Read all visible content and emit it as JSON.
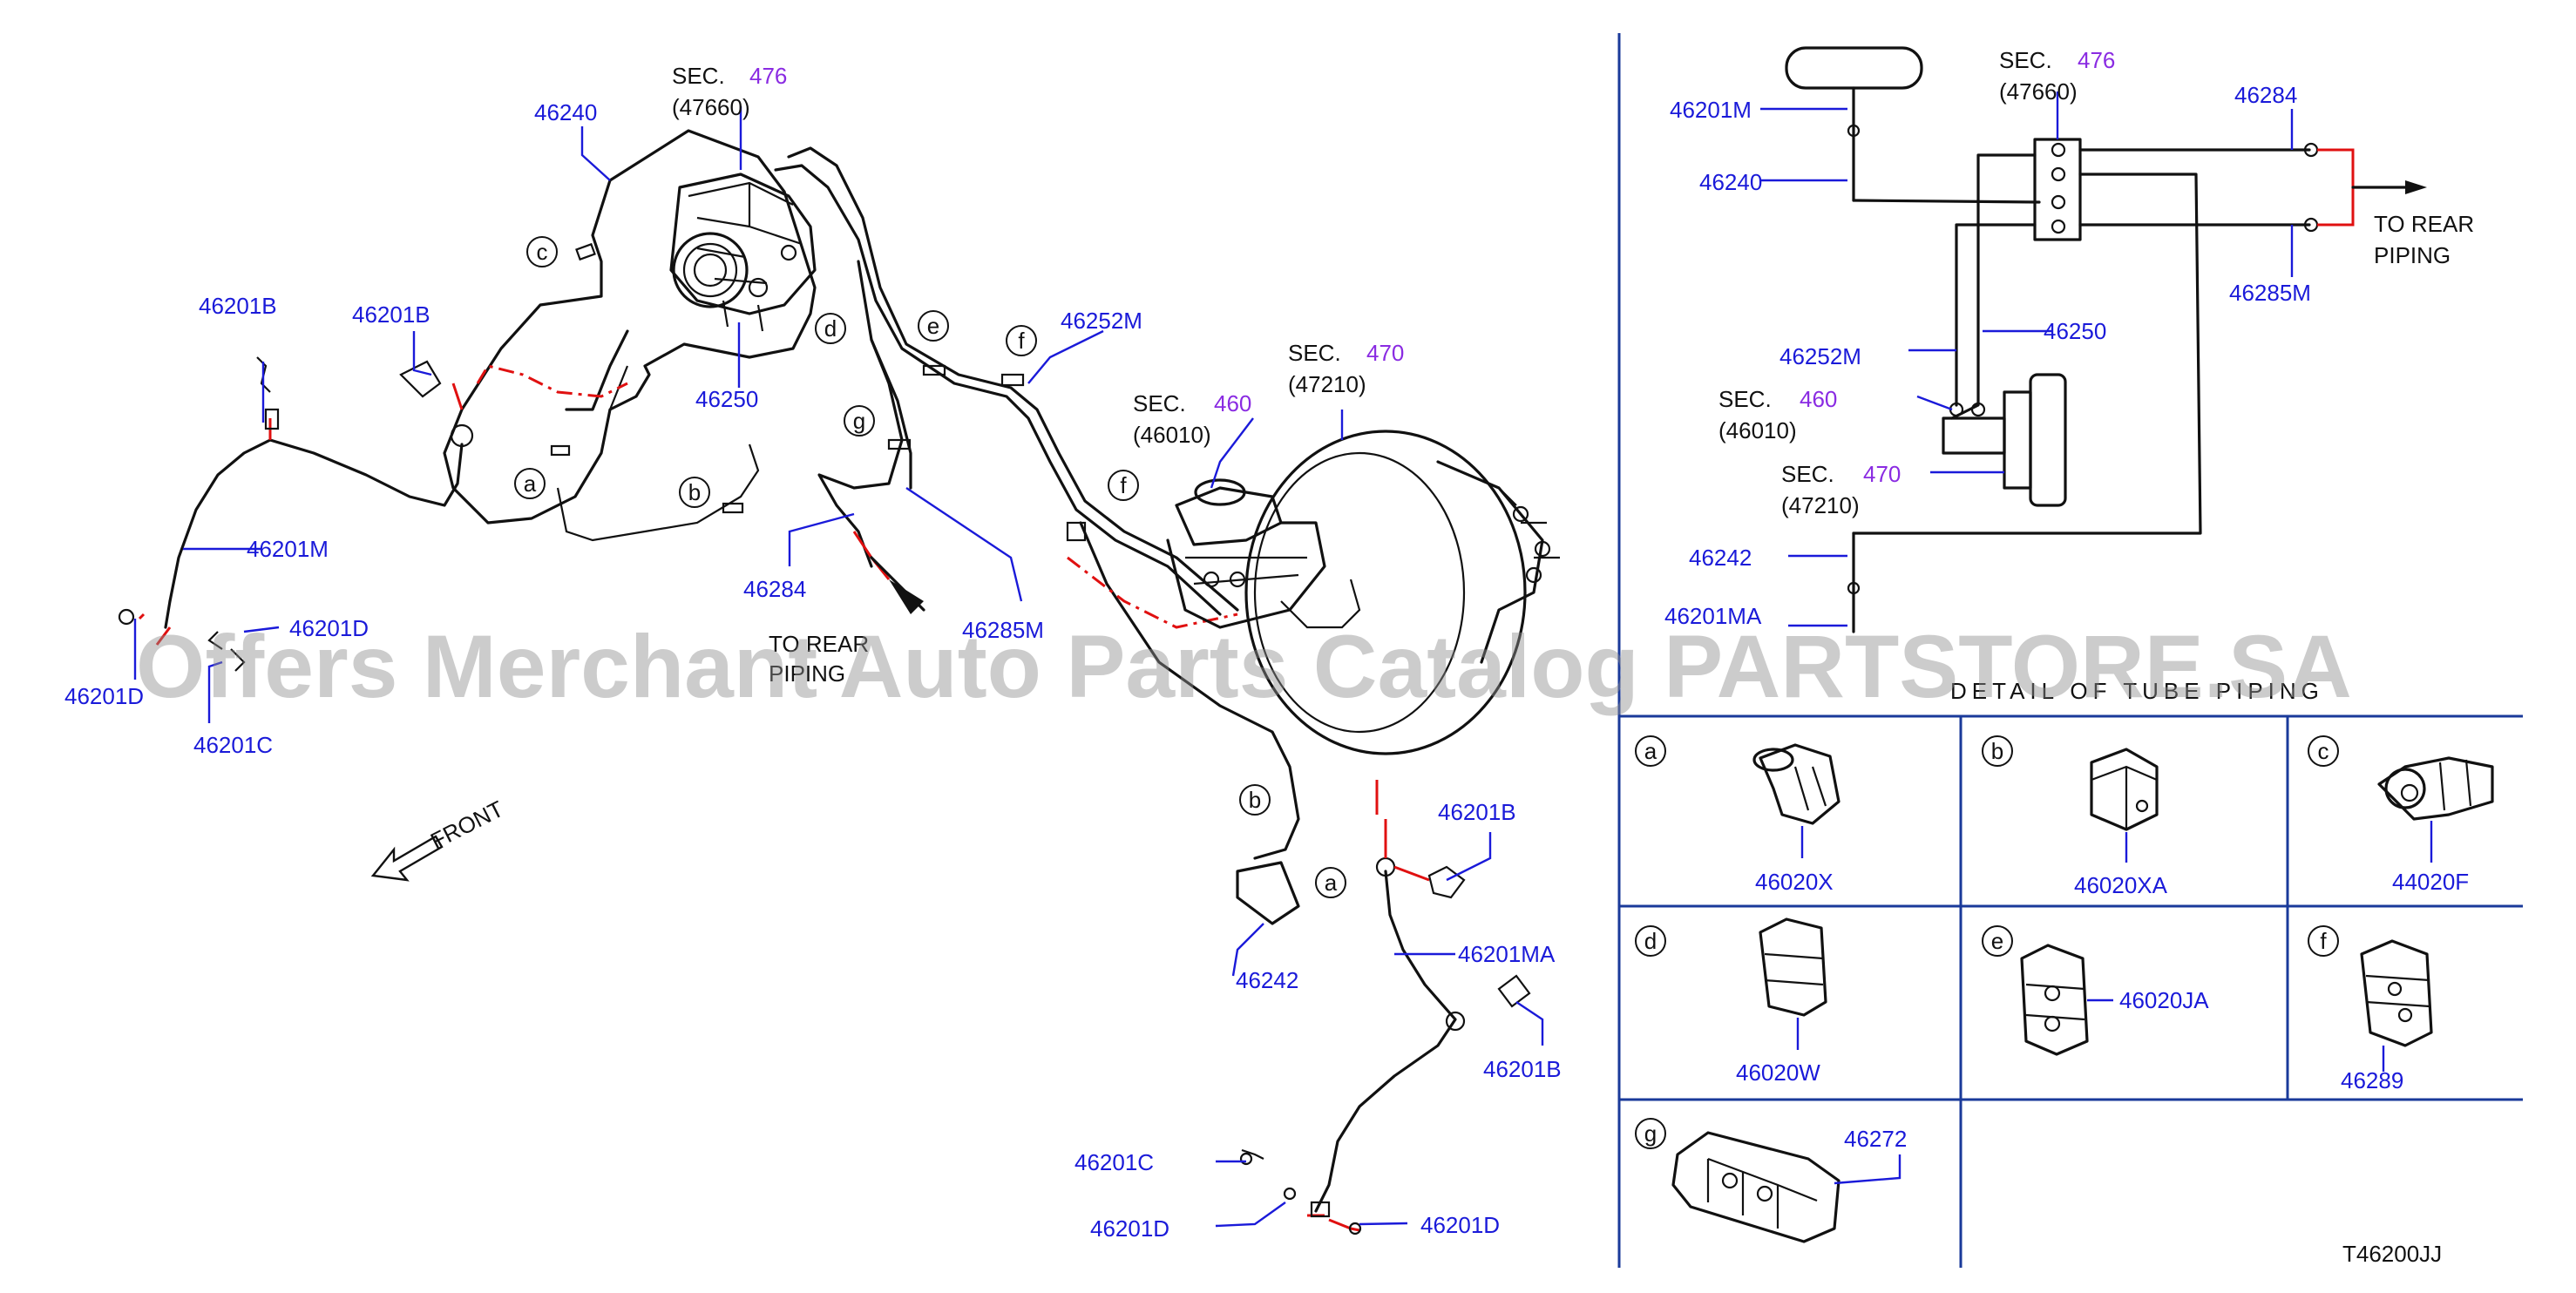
{
  "watermark": "Offers Merchant Auto Parts Catalog PARTSTORE.SA",
  "diagram_code": "T46200JJ",
  "main_labels": {
    "p46240": "46240",
    "sec476_text": "SEC.",
    "sec476_num": "476",
    "sec476_sub": "(47660)",
    "p46201B_1": "46201B",
    "p46201B_2": "46201B",
    "p46201M": "46201M",
    "p46201D_1": "46201D",
    "p46201D_2": "46201D",
    "p46201C_1": "46201C",
    "p46250": "46250",
    "p46252M": "46252M",
    "sec460_text": "SEC.",
    "sec460_num": "460",
    "sec460_sub": "(46010)",
    "sec470_text": "SEC.",
    "sec470_num": "470",
    "sec470_sub": "(47210)",
    "p46284": "46284",
    "p46285M": "46285M",
    "to_rear_1": "TO REAR",
    "to_rear_2": "PIPING",
    "front": "FRONT",
    "p46242": "46242",
    "p46201B_3": "46201B",
    "p46201MA": "46201MA",
    "p46201B_4": "46201B",
    "p46201C_2": "46201C",
    "p46201D_3": "46201D",
    "p46201D_4": "46201D",
    "clip_a1": "a",
    "clip_b1": "b",
    "clip_c1": "c",
    "clip_d1": "d",
    "clip_e1": "e",
    "clip_f1": "f",
    "clip_f2": "f",
    "clip_g1": "g",
    "clip_b2": "b",
    "clip_a2": "a"
  },
  "schematic": {
    "p46201M": "46201M",
    "p46240": "46240",
    "sec476_text": "SEC.",
    "sec476_num": "476",
    "sec476_sub": "(47660)",
    "p46284": "46284",
    "to_rear_1": "TO REAR",
    "to_rear_2": "PIPING",
    "p46285M": "46285M",
    "p46250": "46250",
    "p46252M": "46252M",
    "sec460_text": "SEC.",
    "sec460_num": "460",
    "sec460_sub": "(46010)",
    "sec470_text": "SEC.",
    "sec470_num": "470",
    "sec470_sub": "(47210)",
    "p46242": "46242",
    "p46201MA": "46201MA"
  },
  "detail": {
    "title": "DETAIL OF TUBE PIPING",
    "cells": [
      {
        "key": "a",
        "part": "46020X"
      },
      {
        "key": "b",
        "part": "46020XA"
      },
      {
        "key": "c",
        "part": "44020F"
      },
      {
        "key": "d",
        "part": "46020W"
      },
      {
        "key": "e",
        "part": "46020JA"
      },
      {
        "key": "f",
        "part": "46289"
      },
      {
        "key": "g",
        "part": "46272"
      }
    ]
  }
}
